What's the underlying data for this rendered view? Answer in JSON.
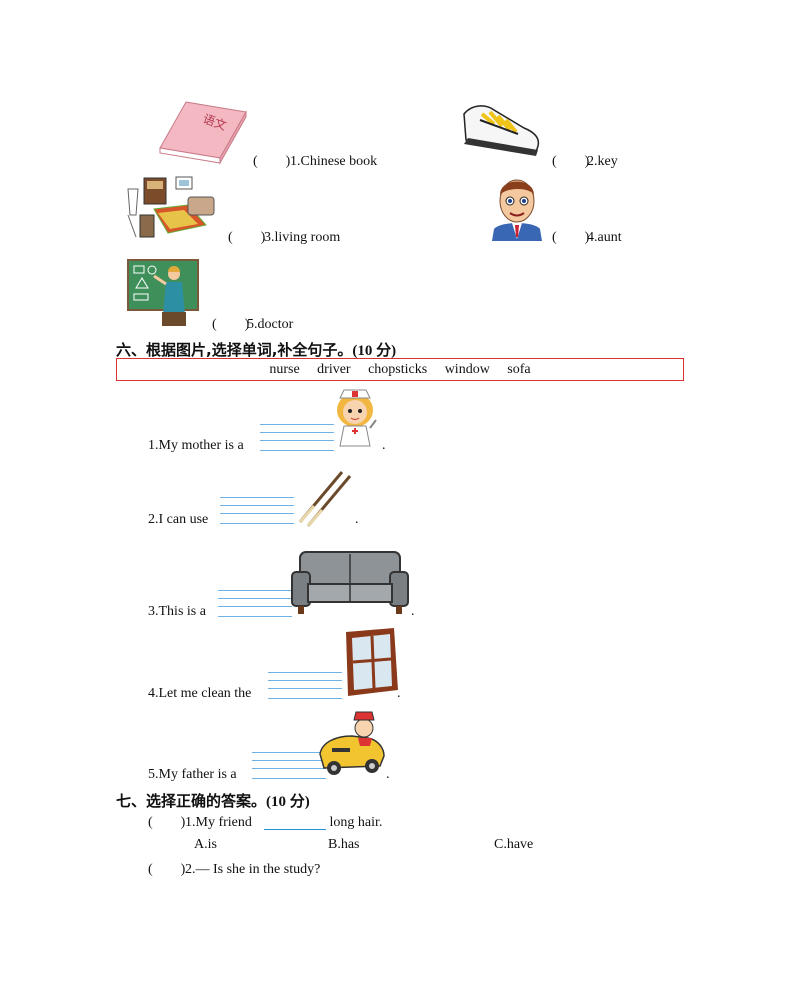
{
  "section5": {
    "items": [
      {
        "paren": "(        )",
        "text": "1.Chinese book"
      },
      {
        "paren": "(        )",
        "text": "2.key"
      },
      {
        "paren": "(        )",
        "text": "3.living room"
      },
      {
        "paren": "(        )",
        "text": "4.aunt"
      },
      {
        "paren": "(        )",
        "text": "5.doctor"
      }
    ],
    "book_chars": "语文"
  },
  "section6": {
    "title": "六、根据图片,选择单词,补全句子。",
    "points": "(10 分)",
    "word_bank": "nurse driver chopsticks window sofa",
    "sentences": [
      {
        "before": "1.My mother is a",
        "after": "."
      },
      {
        "before": "2.I can use",
        "after": "."
      },
      {
        "before": "3.This is a",
        "after": "."
      },
      {
        "before": "4.Let me clean the",
        "after": "."
      },
      {
        "before": "5.My father is a",
        "after": "."
      }
    ]
  },
  "section7": {
    "title": "七、选择正确的答案。",
    "points": "(10 分)",
    "q1": {
      "paren": "(        )",
      "before": "1.My friend",
      "after": " long hair.",
      "options": [
        "A.is",
        "B.has",
        "C.have"
      ]
    },
    "q2": {
      "paren": "(        )",
      "text": "2.— Is she in the study?"
    }
  },
  "colors": {
    "box_border": "#d8322f",
    "blank_lines": "#6fb3e6",
    "book_cover": "#f4b8c2"
  }
}
